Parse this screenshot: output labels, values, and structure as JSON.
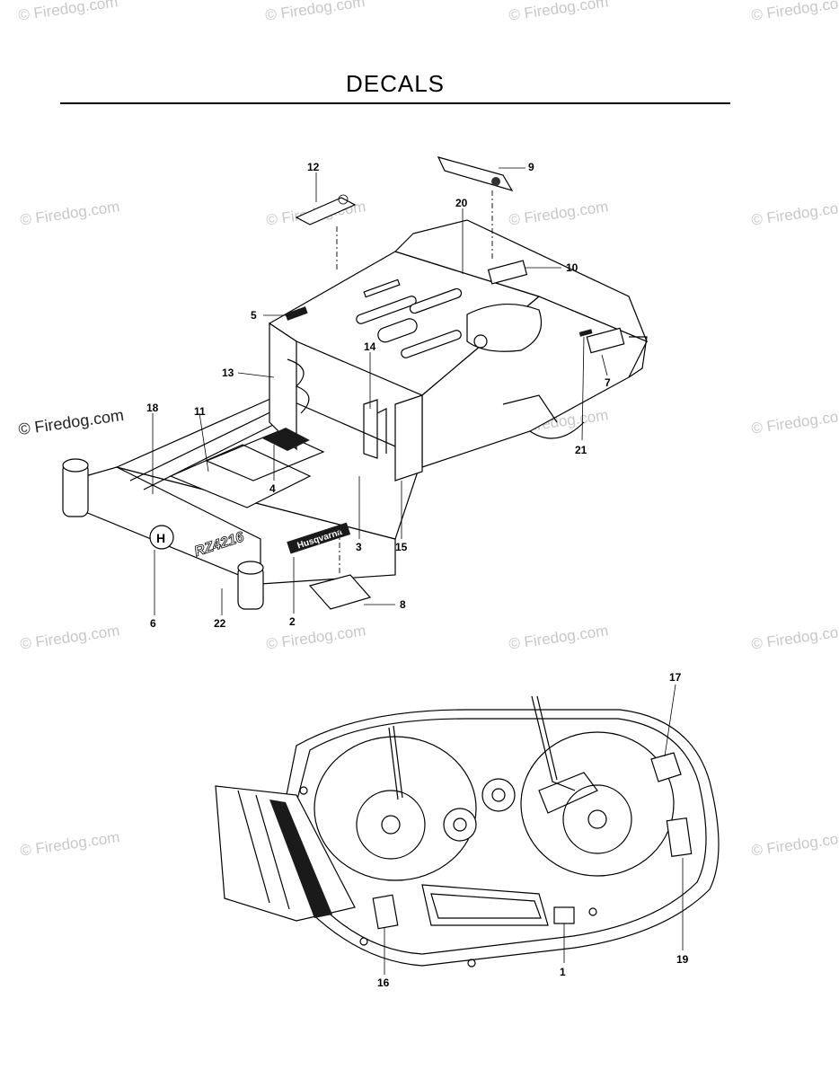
{
  "title": "DECALS",
  "watermark": "© Firedog.com",
  "callouts_top": [
    "12",
    "9",
    "20",
    "10",
    "5",
    "13",
    "14",
    "18",
    "11",
    "4",
    "7",
    "21",
    "3",
    "15",
    "6",
    "22",
    "2",
    "8"
  ],
  "callouts_bottom": [
    "17",
    "19",
    "1",
    "16"
  ],
  "brand_decal": "Husqvarna",
  "model_decal": "RZ4216"
}
